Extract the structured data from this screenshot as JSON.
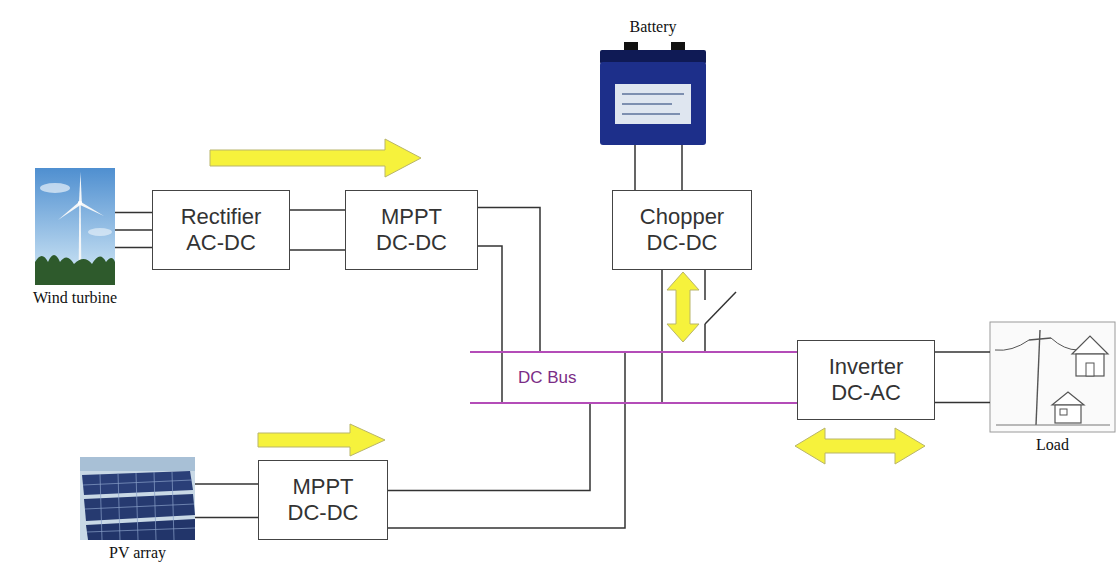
{
  "diagram": {
    "nodes": [
      {
        "text": [
          "Battery"
        ]
      },
      {
        "text": [
          "Wind turbine"
        ]
      },
      {
        "text": [
          "Rectifier AC-DC"
        ]
      },
      {
        "text": [
          "MPPT DC-DC"
        ]
      },
      {
        "text": [
          "Chopper DC-DC"
        ]
      },
      {
        "text": [
          "DC Bus"
        ]
      },
      {
        "text": [
          "Inverter DC-AC"
        ]
      },
      {
        "text": [
          "Load"
        ]
      },
      {
        "text": [
          "PV array"
        ]
      },
      {
        "text": [
          "MPPT DC-DC"
        ]
      }
    ],
    "edges": [
      {
        "from": 1,
        "to": 2,
        "arrow": "none"
      },
      {
        "from": 2,
        "to": 3,
        "arrow": "none"
      },
      {
        "from": 3,
        "to": 5,
        "arrow": "none"
      },
      {
        "from": 0,
        "to": 4,
        "arrow": "none"
      },
      {
        "from": 4,
        "to": 5,
        "arrow": "none"
      },
      {
        "from": 8,
        "to": 9,
        "arrow": "none"
      },
      {
        "from": 9,
        "to": 5,
        "arrow": "none"
      },
      {
        "from": 5,
        "to": 6,
        "arrow": "none"
      },
      {
        "from": 6,
        "to": 7,
        "arrow": "none"
      }
    ]
  }
}
